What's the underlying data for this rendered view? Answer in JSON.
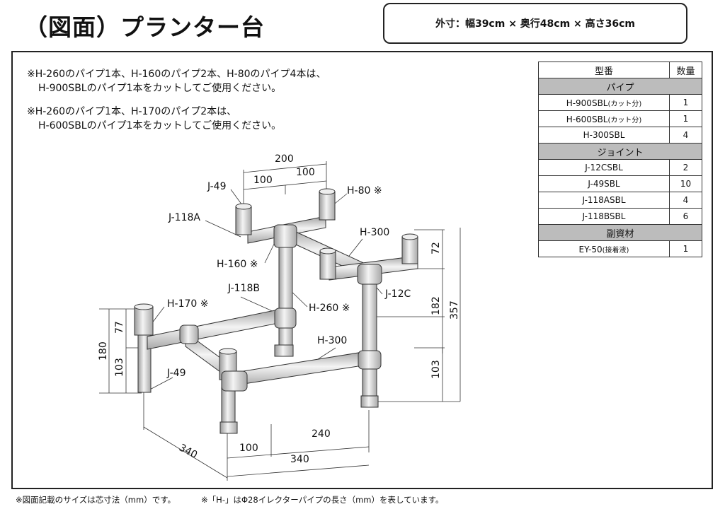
{
  "title": "（図面）プランター台",
  "outer_dims": "外寸：幅39cm × 奥行48cm × 高さ36cm",
  "notes": [
    {
      "line1": "※H-260のパイプ1本、H-160のパイプ2本、H-80のパイプ4本は、",
      "line2": "H-900SBLのパイプ1本をカットしてご使用ください。"
    },
    {
      "line1": "※H-260のパイプ1本、H-170のパイプ2本は、",
      "line2": "H-600SBLのパイプ1本をカットしてご使用ください。"
    }
  ],
  "parts_table": {
    "header_model": "型番",
    "header_qty": "数量",
    "cat_pipe": "パイプ",
    "cat_joint": "ジョイント",
    "cat_sub": "副資材",
    "rows": [
      {
        "model": "H-900SBL",
        "note": "(カット分)",
        "qty": "1"
      },
      {
        "model": "H-600SBL",
        "note": "(カット分)",
        "qty": "1"
      },
      {
        "model": "H-300SBL",
        "note": "",
        "qty": "4"
      },
      {
        "model": "J-12CSBL",
        "note": "",
        "qty": "2"
      },
      {
        "model": "J-49SBL",
        "note": "",
        "qty": "10"
      },
      {
        "model": "J-118ASBL",
        "note": "",
        "qty": "4"
      },
      {
        "model": "J-118BSBL",
        "note": "",
        "qty": "6"
      },
      {
        "model": "EY-50",
        "note": "(接着液)",
        "qty": "1"
      }
    ]
  },
  "labels": {
    "j49_top": "J-49",
    "j118a": "J-118A",
    "h160": "H-160 ※",
    "j118b": "J-118B",
    "h170": "H-170 ※",
    "j49_bottom": "J-49",
    "h80": "H-80 ※",
    "h300_top": "H-300",
    "j12c": "J-12C",
    "h260": "H-260 ※",
    "h300_mid": "H-300"
  },
  "dimensions": {
    "d200": "200",
    "d100a": "100",
    "d100b": "100",
    "d72": "72",
    "d182": "182",
    "d357": "357",
    "d103r": "103",
    "d77": "77",
    "d103l": "103",
    "d180": "180",
    "d340a": "340",
    "d100c": "100",
    "d240": "240",
    "d340b": "340"
  },
  "footer": {
    "left": "※図面記載のサイズは芯寸法（mm）です。",
    "right": "※「H-」はΦ28イレクターパイプの長さ（mm）を表しています。"
  }
}
